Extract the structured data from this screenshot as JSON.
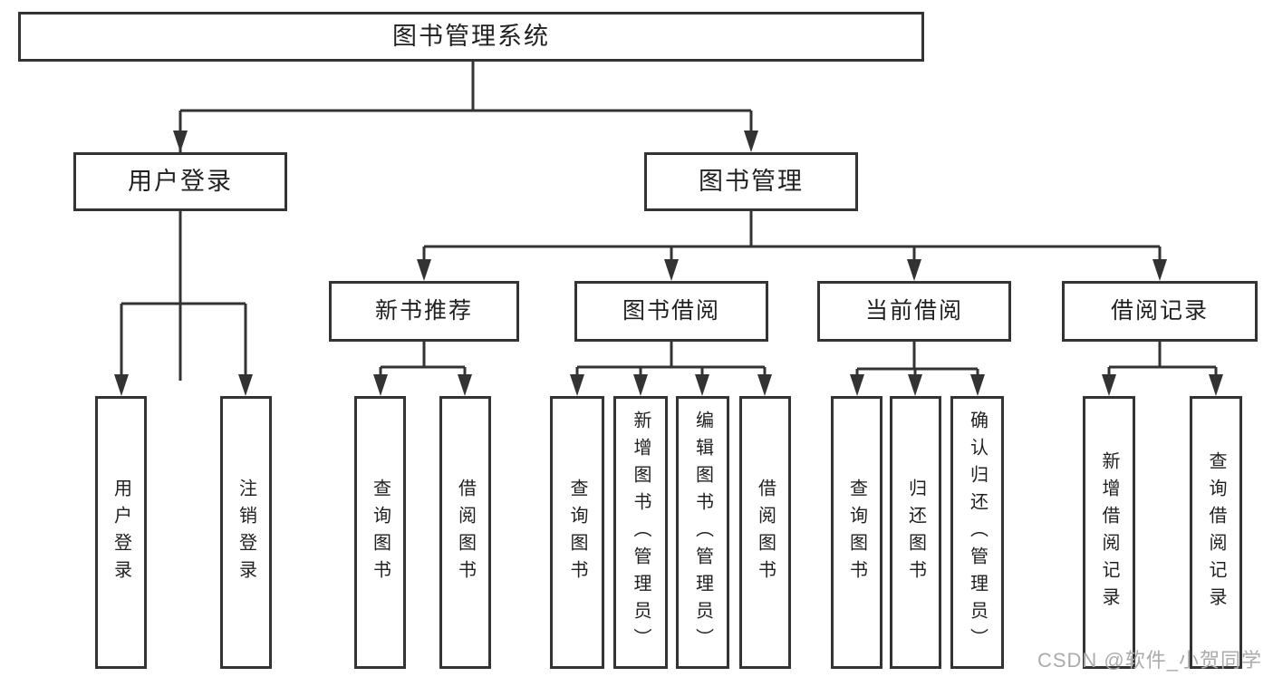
{
  "diagram": {
    "root": {
      "label": "图书管理系统"
    },
    "level2": [
      {
        "label": "用户登录"
      },
      {
        "label": "图书管理"
      }
    ],
    "level3": [
      {
        "label": "新书推荐"
      },
      {
        "label": "图书借阅"
      },
      {
        "label": "当前借阅"
      },
      {
        "label": "借阅记录"
      }
    ],
    "leaves": {
      "user_login": [
        {
          "label": "用户登录"
        },
        {
          "label": "注销登录"
        }
      ],
      "new_book": [
        {
          "label": "查询图书"
        },
        {
          "label": "借阅图书"
        }
      ],
      "book_borrow": [
        {
          "label": "查询图书"
        },
        {
          "label": "新增图书（管理员）"
        },
        {
          "label": "编辑图书（管理员）"
        },
        {
          "label": "借阅图书"
        }
      ],
      "current_borrow": [
        {
          "label": "查询图书"
        },
        {
          "label": "归还图书"
        },
        {
          "label": "确认归还（管理员）"
        }
      ],
      "borrow_record": [
        {
          "label": "新增借阅记录"
        },
        {
          "label": "查询借阅记录"
        }
      ]
    }
  },
  "watermark": {
    "text": "CSDN @软件_小贺同学"
  },
  "colors": {
    "line": "#333333",
    "text": "#212121",
    "background": "#ffffff",
    "watermark": "#ababab"
  }
}
